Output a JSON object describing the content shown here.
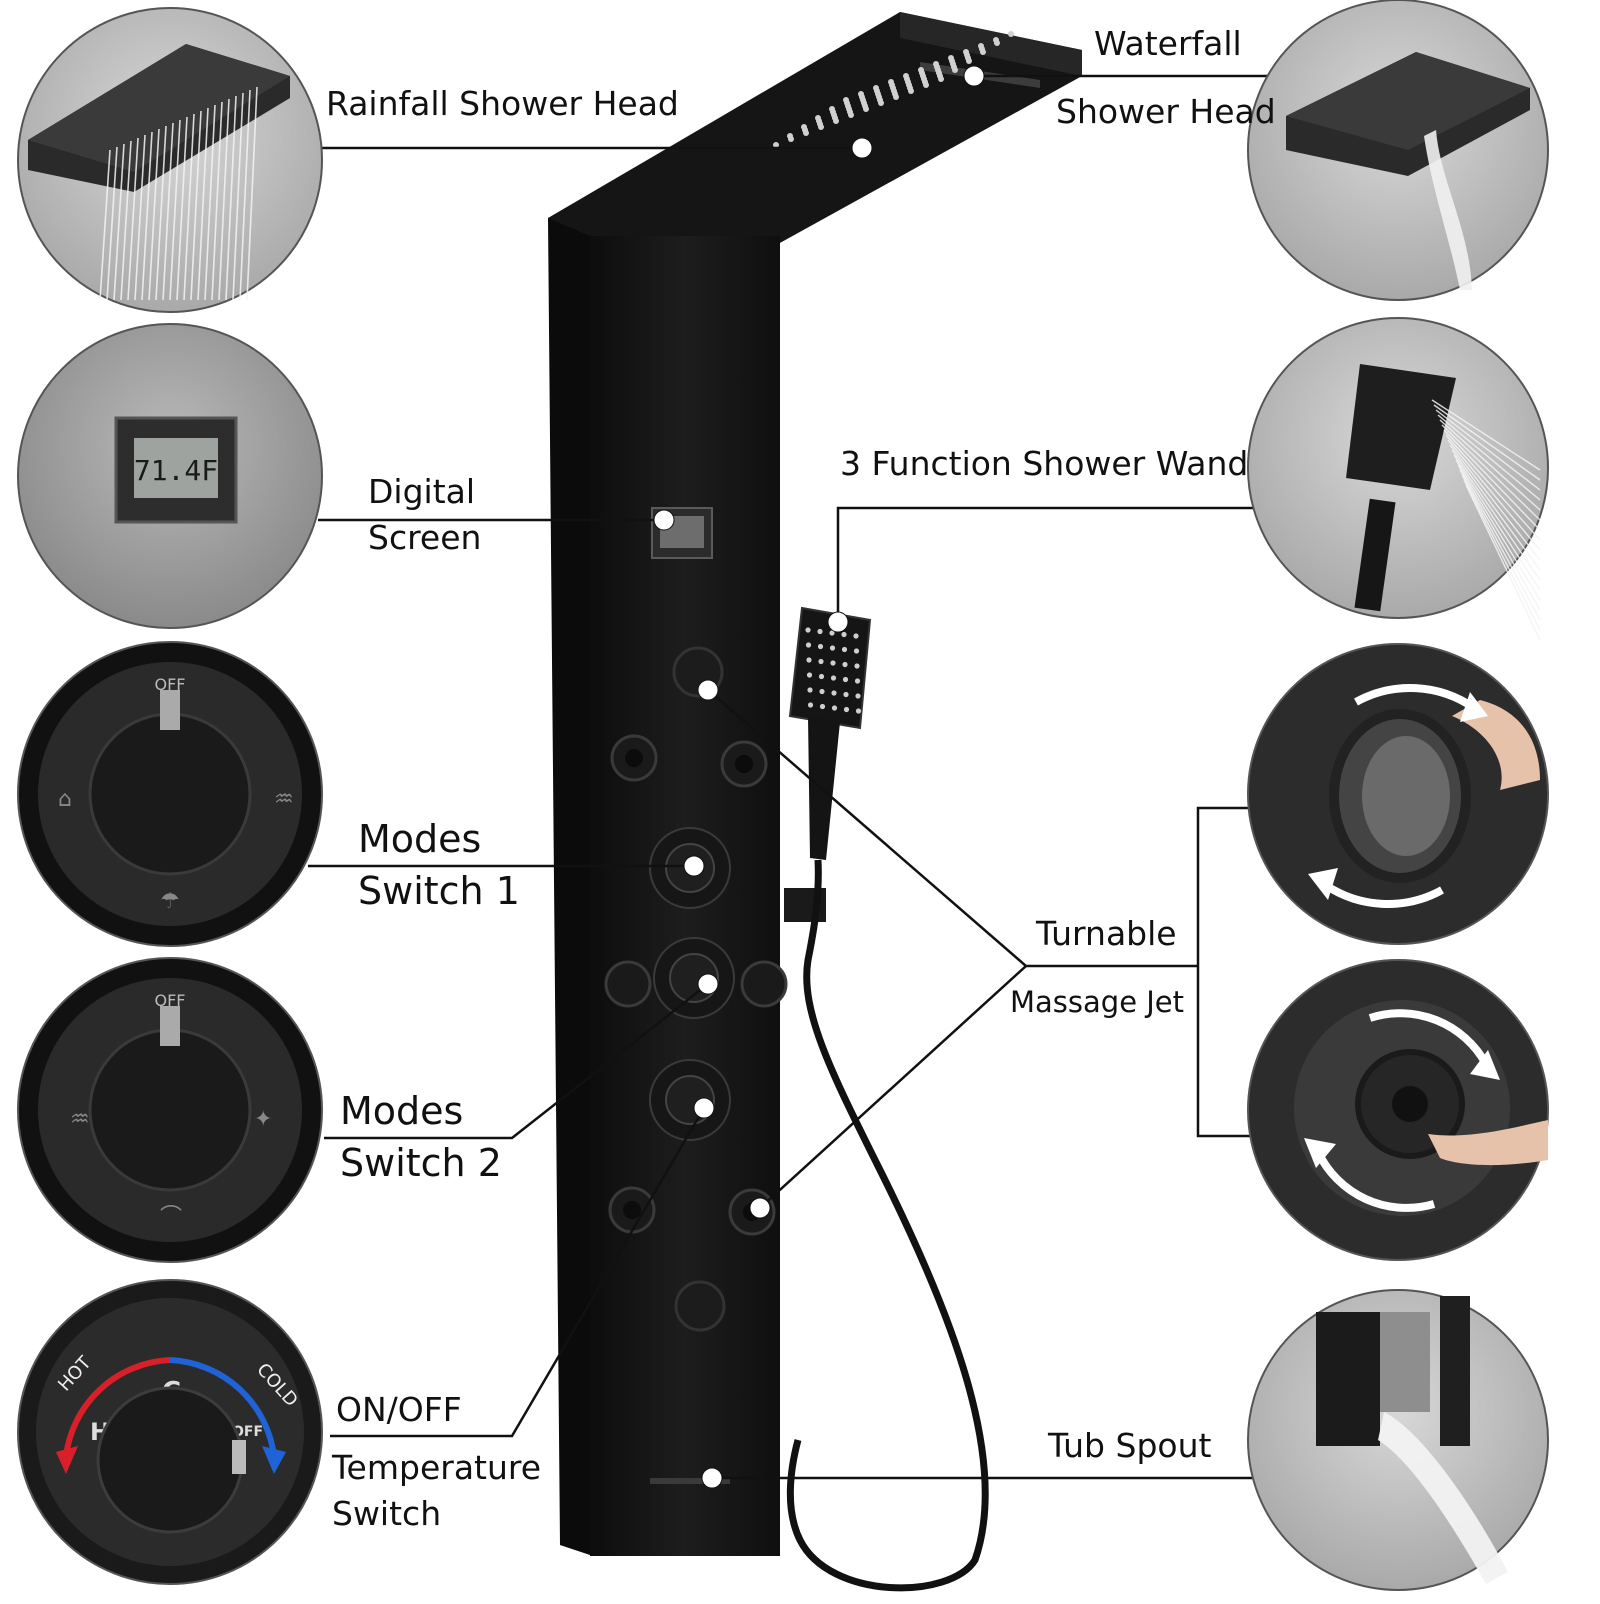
{
  "labels": {
    "rainfall": "Rainfall Shower Head",
    "waterfall_1": "Waterfall",
    "waterfall_2": "Shower Head",
    "digital_1": "Digital",
    "digital_2": "Screen",
    "wand": "3 Function Shower Wand",
    "modes1_1": "Modes",
    "modes1_2": "Switch 1",
    "modes2_1": "Modes",
    "modes2_2": "Switch 2",
    "turnable": "Turnable",
    "massage": "Massage Jet",
    "onoff": "ON/OFF",
    "temp_1": "Temperature",
    "temp_2": "Switch",
    "tub": "Tub Spout"
  },
  "detail_marks": {
    "display_reading": "71.4F",
    "dial_off": "OFF",
    "dial_hot": "HOT",
    "dial_cold": "COLD",
    "dial_h": "H",
    "dial_c": "C"
  },
  "colors": {
    "panel": "#141414",
    "panel_edge": "#2a2a2a",
    "hot": "#d9202a",
    "cold": "#1f63d6",
    "leader": "#111111"
  }
}
